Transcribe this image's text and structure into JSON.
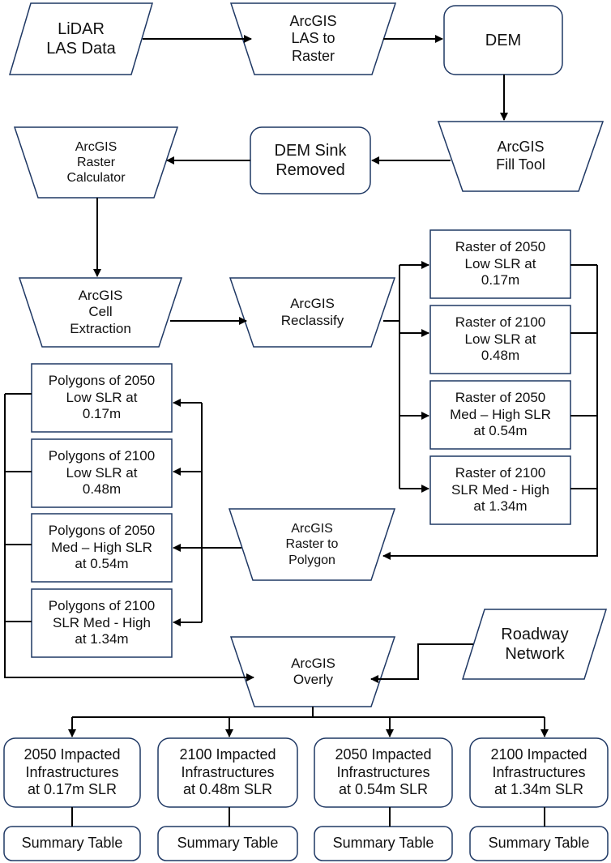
{
  "nodes": {
    "lidar": "LiDAR\nLAS Data",
    "las_to_raster": "ArcGIS\nLAS to\nRaster",
    "dem": "DEM",
    "fill_tool": "ArcGIS\nFill Tool",
    "dem_sink": "DEM Sink\nRemoved",
    "raster_calc": "ArcGIS\nRaster\nCalculator",
    "cell_extraction": "ArcGIS\nCell\nExtraction",
    "reclassify": "ArcGIS\nReclassify",
    "rasters": [
      "Raster of 2050\nLow SLR at\n0.17m",
      "Raster of 2100\nLow SLR at\n0.48m",
      "Raster of 2050\nMed – High SLR\nat 0.54m",
      "Raster of 2100\nSLR Med - High\nat 1.34m"
    ],
    "raster_to_polygon": "ArcGIS\nRaster to\nPolygon",
    "polygons": [
      "Polygons of 2050\nLow SLR at\n0.17m",
      "Polygons of 2100\nLow SLR at\n0.48m",
      "Polygons of 2050\nMed – High SLR\nat 0.54m",
      "Polygons of 2100\nSLR Med - High\nat 1.34m"
    ],
    "roadway": "Roadway\nNetwork",
    "overly": "ArcGIS\nOverly",
    "impacted": [
      "2050 Impacted\nInfrastructures\nat 0.17m SLR",
      "2100 Impacted\nInfrastructures\nat 0.48m SLR",
      "2050 Impacted\nInfrastructures\nat 0.54m SLR",
      "2100 Impacted\nInfrastructures\nat 1.34m SLR"
    ],
    "summary": [
      "Summary Table",
      "Summary Table",
      "Summary Table",
      "Summary Table"
    ]
  },
  "colors": {
    "stroke": "#1f3864",
    "line": "#000000",
    "fill": "#ffffff"
  }
}
